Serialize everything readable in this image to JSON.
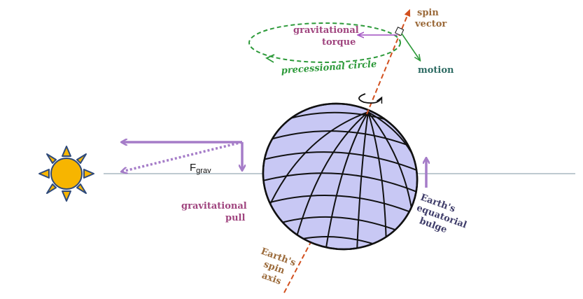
{
  "labels": {
    "spin_vector_line1": "spin",
    "spin_vector_line2": "vector",
    "grav_torque_line1": "gravitational",
    "grav_torque_line2": "torque",
    "motion": "motion",
    "precessional_circle": "precessional circle",
    "fgrav_main": "F",
    "fgrav_sub": "grav",
    "grav_pull_line1": "gravitational",
    "grav_pull_line2": "pull",
    "bulge_line1": "Earth's",
    "bulge_line2": "equatorial",
    "bulge_line3": "bulge",
    "axis_line1": "Earth's",
    "axis_line2": "spin",
    "axis_line3": "axis"
  },
  "colors": {
    "label_brown": "#9b6a3a",
    "label_magenta": "#a0457f",
    "label_teal": "#2e6b63",
    "label_green": "#2d9a3a",
    "label_navy": "#3f3d6a",
    "arrow_purple": "#a57cc8",
    "globe_fill": "#c8c8f4",
    "axis_orange": "#d2501e",
    "sun_yellow": "#f7b500",
    "ground_line": "#a9b9c0"
  }
}
